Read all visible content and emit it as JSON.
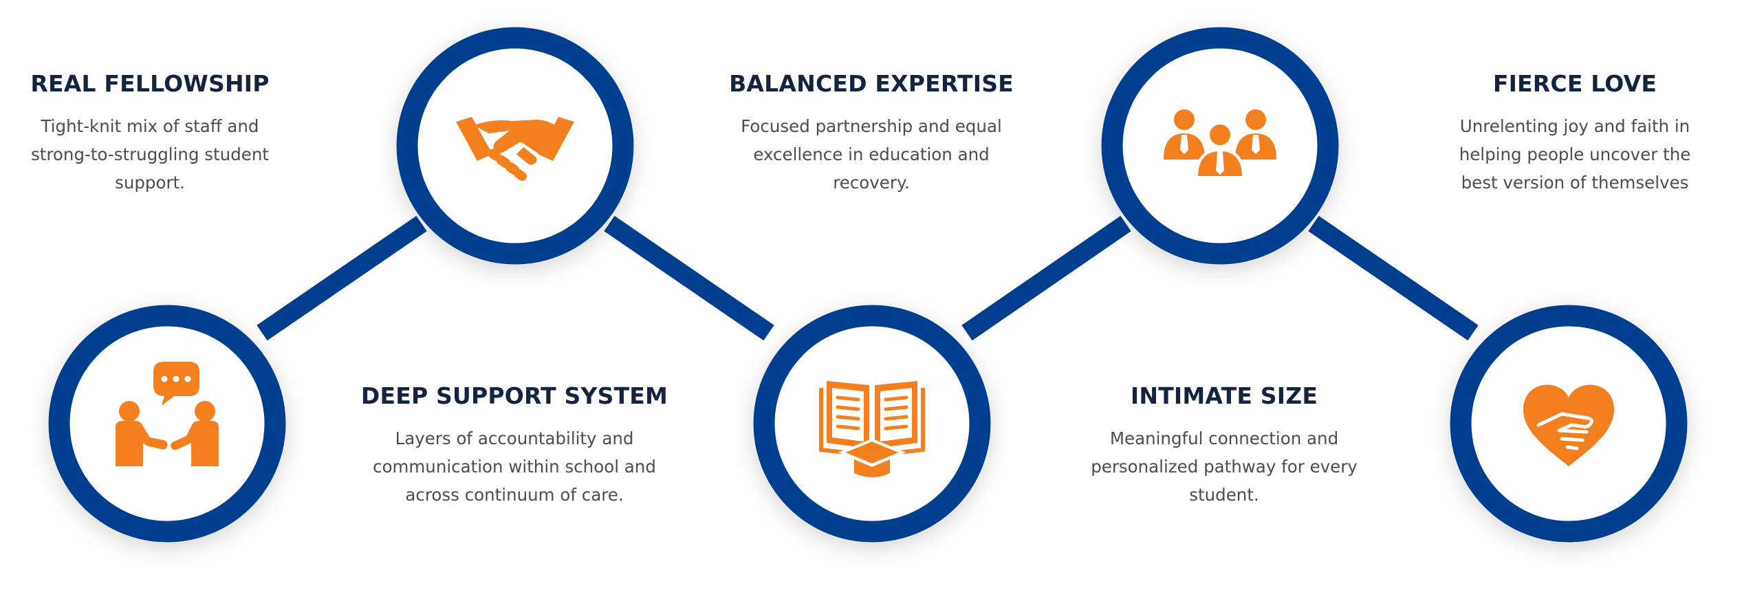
{
  "colors": {
    "ring": "#003f8f",
    "icon": "#f37f1f",
    "heading": "#14233e",
    "body": "#4d4d4d"
  },
  "nodes": [
    {
      "icon": "conversation-icon"
    },
    {
      "icon": "handshake-icon"
    },
    {
      "icon": "book-graduation-icon"
    },
    {
      "icon": "team-icon"
    },
    {
      "icon": "heart-hands-icon"
    }
  ],
  "items": [
    {
      "title": "REAL FELLOWSHIP",
      "lines": [
        "Tight-knit mix of staff and",
        "strong-to-struggling student",
        "support."
      ]
    },
    {
      "title": "DEEP SUPPORT SYSTEM",
      "lines": [
        "Layers of accountability and",
        "communication within school and",
        "across continuum of care."
      ]
    },
    {
      "title": "BALANCED EXPERTISE",
      "lines": [
        "Focused partnership and equal",
        "excellence in education and",
        "recovery."
      ]
    },
    {
      "title": "INTIMATE SIZE",
      "lines": [
        "Meaningful connection and",
        "personalized pathway for every",
        "student."
      ]
    },
    {
      "title": "FIERCE LOVE",
      "lines": [
        "Unrelenting joy and faith in",
        "helping people uncover the",
        "best version of themselves"
      ]
    }
  ]
}
